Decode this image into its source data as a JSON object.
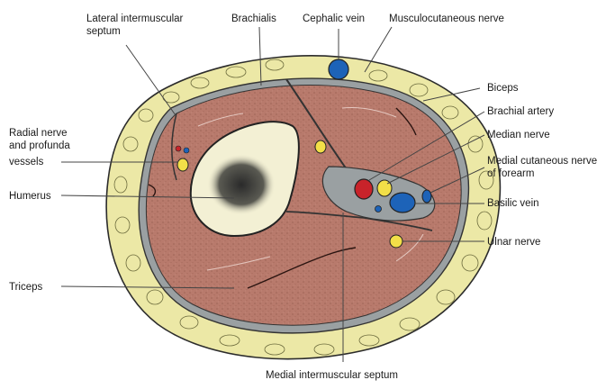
{
  "labels": {
    "lateral_intermuscular_septum_1": "Lateral intermuscular",
    "lateral_intermuscular_septum_2": "septum",
    "brachialis": "Brachialis",
    "cephalic_vein": "Cephalic vein",
    "musculocutaneous_nerve": "Musculocutaneous nerve",
    "biceps": "Biceps",
    "brachial_artery": "Brachial artery",
    "median_nerve": "Median nerve",
    "medial_cutaneous_nerve_1": "Medial cutaneous nerve",
    "medial_cutaneous_nerve_2": "of forearm",
    "radial_nerve_1": "Radial nerve",
    "radial_nerve_2": "and profunda",
    "radial_nerve_3": "vessels",
    "humerus": "Humerus",
    "basilic_vein": "Basilic vein",
    "ulnar_nerve": "Ulnar nerve",
    "triceps": "Triceps",
    "medial_intermuscular_septum": "Medial intermuscular septum"
  },
  "colors": {
    "fat": "#ece8a6",
    "fat_border": "#2c2c2c",
    "muscle": "#b87a6c",
    "fascia": "#9aa0a2",
    "bone_cortex": "#f3f0d4",
    "marrow": "#3a3a3a",
    "artery": "#c8232a",
    "vein": "#1d63b8",
    "nerve": "#f2df48"
  }
}
